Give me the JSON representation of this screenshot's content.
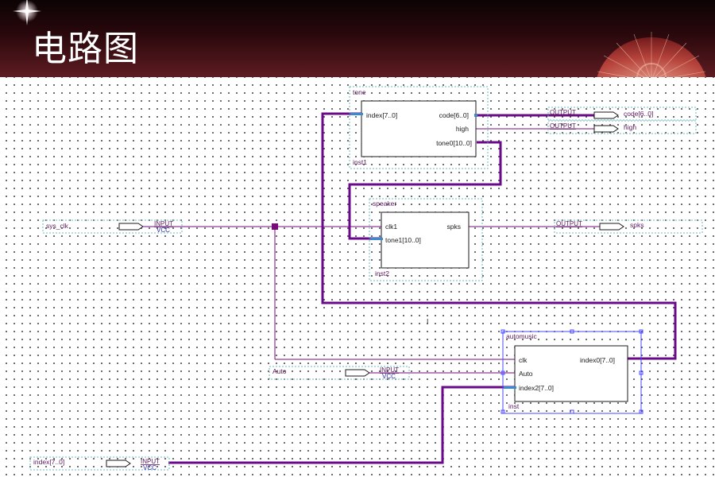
{
  "slide": {
    "title": "电路图"
  },
  "io_keywords": {
    "input": "INPUT",
    "output": "OUTPUT",
    "vcc": "VCC"
  },
  "blocks": {
    "tone": {
      "name": "tone",
      "inst": "inst1",
      "in_ports": [
        "index[7..0]"
      ],
      "out_ports": [
        "code[6..0]",
        "high",
        "tone0[10..0]"
      ]
    },
    "speaker": {
      "name": "speaker",
      "inst": "inst2",
      "in_ports": [
        "clk1",
        "tone1[10..0]"
      ],
      "out_ports": [
        "spks"
      ]
    },
    "automusic": {
      "name": "automusic",
      "inst": "inst",
      "in_ports": [
        "clk",
        "Auto",
        "index2[7..0]"
      ],
      "out_ports": [
        "index0[7..0]"
      ]
    }
  },
  "pins": {
    "inputs": [
      "sys_clk",
      "Auto",
      "index[7..0]"
    ],
    "outputs": [
      "code[6..0]",
      "high",
      "spks"
    ]
  },
  "cursor_mark": "I",
  "colors": {
    "wire": "#7a0a7a",
    "bus": "#6a0a8a",
    "port_tick": "#3a8ad0",
    "frame": "#6fb8c0",
    "block_frame": "#4a4aff"
  }
}
